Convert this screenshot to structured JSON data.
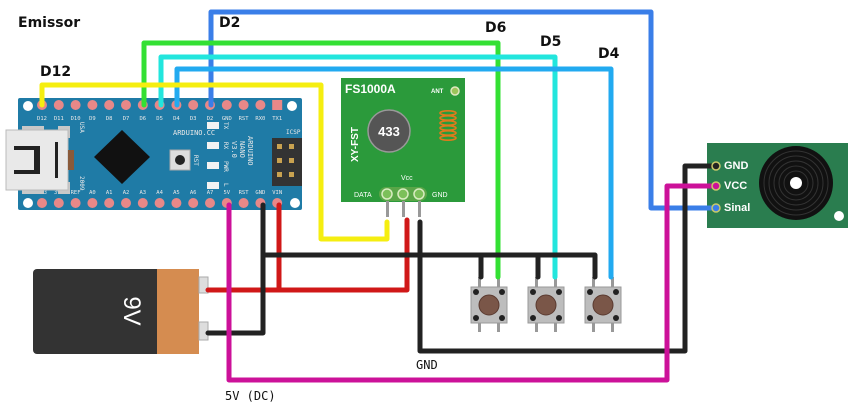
{
  "title": "Emissor",
  "wire_labels": {
    "d2": "D2",
    "d6": "D6",
    "d5": "D5",
    "d4": "D4",
    "d12": "D12",
    "gnd": "GND",
    "five_v": "5V (DC)"
  },
  "arduino": {
    "board_text": "ARDUINO.CC",
    "model_text": [
      "ARDUINO",
      "NANO",
      "V3.0"
    ],
    "icsp": "ICSP",
    "usb": "USA",
    "year": "2009",
    "rst_button": "RST",
    "leds": [
      "TX",
      "RX",
      "PWR",
      "L"
    ],
    "top_pins": [
      "D12",
      "D11",
      "D10",
      "D9",
      "D8",
      "D7",
      "D6",
      "D5",
      "D4",
      "D3",
      "D2",
      "GND",
      "RST",
      "RX0",
      "TX1"
    ],
    "bottom_pins": [
      "D13",
      "3V3",
      "REF",
      "A0",
      "A1",
      "A2",
      "A3",
      "A4",
      "A5",
      "A6",
      "A7",
      "5V",
      "RST",
      "GND",
      "VIN"
    ]
  },
  "transmitter": {
    "name": "FS1000A",
    "model": "XY-FST",
    "freq": "433",
    "ant": "ANT",
    "pins": [
      "DATA",
      "Vcc",
      "GND"
    ]
  },
  "buzzer": {
    "pins": [
      "GND",
      "VCC",
      "Sinal"
    ]
  },
  "battery": {
    "label": "9V"
  },
  "buttons": [
    "D6",
    "D5",
    "D4"
  ],
  "colors": {
    "d2": "#3a7ee8",
    "d6": "#33e033",
    "d5": "#22e6dd",
    "d4": "#22aaf0",
    "d12": "#f5ee10",
    "vin": "#d01818",
    "gnd": "#222222",
    "five_v": "#cc1199",
    "board": "#1f7ba6",
    "module_green": "#2b9a3b",
    "buzzer_green": "#2a7d4f"
  }
}
